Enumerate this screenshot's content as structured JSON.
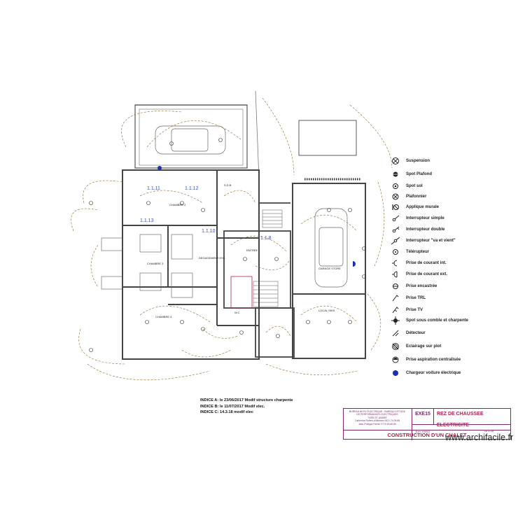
{
  "legend": {
    "items": [
      {
        "label": "Suspension",
        "icon": "suspension-icon"
      },
      {
        "label": "Spot Plafond",
        "icon": "ceiling-spot-icon"
      },
      {
        "label": "Spot sol",
        "icon": "floor-spot-icon"
      },
      {
        "label": "Plafonnier",
        "icon": "ceiling-light-icon"
      },
      {
        "label": "Applique murale",
        "icon": "wall-light-icon"
      },
      {
        "label": "Interrupteur simple",
        "icon": "single-switch-icon"
      },
      {
        "label": "Interrupteur double",
        "icon": "double-switch-icon"
      },
      {
        "label": "Interrupteur \"va et vient\"",
        "icon": "two-way-switch-icon"
      },
      {
        "label": "Télérupteur",
        "icon": "remote-switch-icon"
      },
      {
        "label": "Prise de courant int.",
        "icon": "indoor-socket-icon"
      },
      {
        "label": "Prise de courant ext.",
        "icon": "outdoor-socket-icon"
      },
      {
        "label": "Prise encastrée",
        "icon": "flush-socket-icon"
      },
      {
        "label": "Prise TRL",
        "icon": "phone-socket-icon"
      },
      {
        "label": "Prise TV",
        "icon": "tv-socket-icon"
      },
      {
        "label": "Spot sous comble et charpente",
        "icon": "attic-spot-icon"
      },
      {
        "label": "Détecteur",
        "icon": "detector-icon"
      },
      {
        "label": "Eclairage sur plot",
        "icon": "post-light-icon"
      },
      {
        "label": "Prise aspiration centralisée",
        "icon": "vacuum-socket-icon"
      },
      {
        "label": "Chargeur voiture électrique",
        "icon": "ev-charger-icon"
      }
    ]
  },
  "indices": [
    "INDICE A: le 23/06/2017 Modif structure charpente",
    "INDICE B: le 11/07/2017 Modif elec.",
    "INDICE C: 14.3.18 modif elec"
  ],
  "titleblock": {
    "firm_lines": [
      "BUREAU AKTIV ELECTRIQUE · BUREAU D'ETUDE",
      "DE PERFORMANCES ELECTRIQUES",
      "74390 ST-ANDRE",
      "Catherine Robert-d'Allemes 0621.74.09.88",
      "Jean-Philippe Ferrier 0770.60.60.60"
    ],
    "code": "EXE15",
    "title": "REZ DE CHAUSSEE ELECTRICITE",
    "scale": "Ech: VM/03",
    "date": "03.1.18",
    "project": "CONSTRUCTION D'UN CHALET"
  },
  "rooms": [
    {
      "label": "CHAMBRE 3"
    },
    {
      "label": "CHAMBRE 2"
    },
    {
      "label": "CHAMBRE 4"
    },
    {
      "label": "DEGAGEMENT ESC"
    },
    {
      "label": "GARAGE STORE"
    },
    {
      "label": "LOCAL SKIS"
    },
    {
      "label": "ENTREE"
    },
    {
      "label": "W.C"
    },
    {
      "label": "S.D.B"
    }
  ],
  "refs": [
    {
      "label": "1.1.11"
    },
    {
      "label": "1.1.12"
    },
    {
      "label": "1.1.13"
    },
    {
      "label": "1.1.10"
    },
    {
      "label": "1.1.8"
    }
  ],
  "watermark": "www.archifacile.fr",
  "colors": {
    "wall": "#4a4a4a",
    "circuit": "#8a6a2a",
    "accent": "#b0214c",
    "blue": "#1d2fb0"
  }
}
